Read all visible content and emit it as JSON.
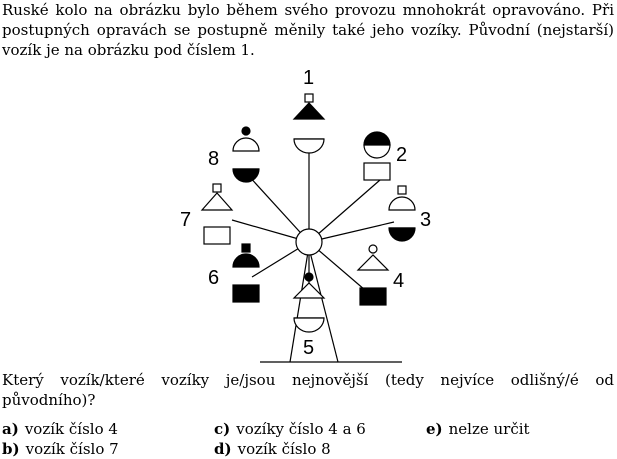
{
  "intro": {
    "text": "Ruské kolo na obrázku bylo během svého provozu mnohokrát opravováno. Při postupných opravách se postupně měnily také jeho vozíky. Původní (nejstarší) vozík je na obrázku pod číslem 1."
  },
  "figure": {
    "labels": [
      "1",
      "2",
      "3",
      "4",
      "5",
      "6",
      "7",
      "8"
    ],
    "colors": {
      "ink": "#000000",
      "paper": "#ffffff"
    }
  },
  "question": {
    "text": "Který vozík/které vozíky je/jsou nejnovější (tedy nejvíce odlišný/é od původního)?"
  },
  "answers": [
    {
      "letter": "a)",
      "text": "vozík číslo 4"
    },
    {
      "letter": "b)",
      "text": "vozík číslo 7"
    },
    {
      "letter": "c)",
      "text": "vozíky číslo 4 a 6"
    },
    {
      "letter": "d)",
      "text": "vozík číslo 8"
    },
    {
      "letter": "e)",
      "text": "nelze určit"
    }
  ]
}
